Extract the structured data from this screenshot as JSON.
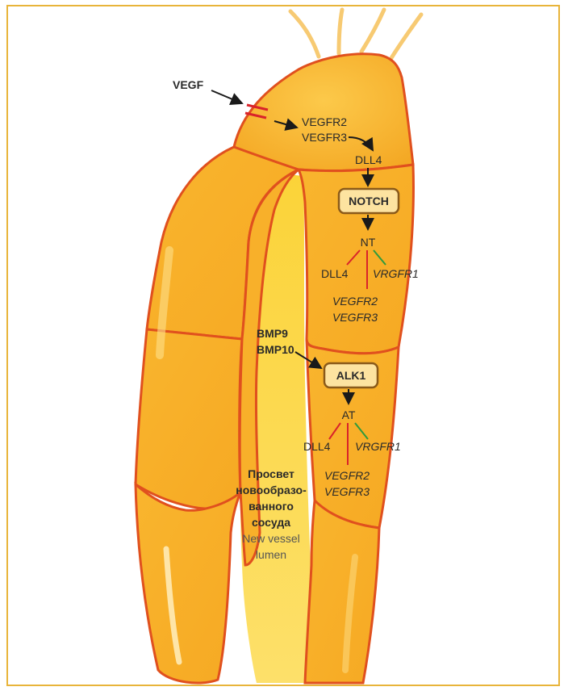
{
  "labels": {
    "vegf": "VEGF",
    "vegfr2_top": "VEGFR2",
    "vegfr3_top": "VEGFR3",
    "dll4_top": "DLL4",
    "notch": "NOTCH",
    "nt": "NT",
    "dll4_nt": "DLL4",
    "vrgfr1_nt": "VRGFR1",
    "vegfr2_nt": "VEGFR2",
    "vegfr3_nt": "VEGFR3",
    "bmp9": "BMP9",
    "bmp10": "BMP10",
    "alk1": "ALK1",
    "at": "AT",
    "dll4_at": "DLL4",
    "vrgfr1_at": "VRGFR1",
    "vegfr2_at": "VEGFR2",
    "vegfr3_at": "VEGFR3",
    "lumen_ru_1": "Просвет",
    "lumen_ru_2": "новообразо-",
    "lumen_ru_3": "ванного",
    "lumen_ru_4": "сосуда",
    "lumen_en_1": "New vessel",
    "lumen_en_2": "lumen"
  },
  "colors": {
    "cell_fill": "#f7b52c",
    "cell_light": "#fbd24a",
    "cell_border": "#e0501e",
    "box_border": "#8a5a1a",
    "box_fill": "#fde3a0",
    "inhibit_red": "#d9232a",
    "promote_green": "#2e9a3c",
    "frame": "#e8b43a"
  }
}
